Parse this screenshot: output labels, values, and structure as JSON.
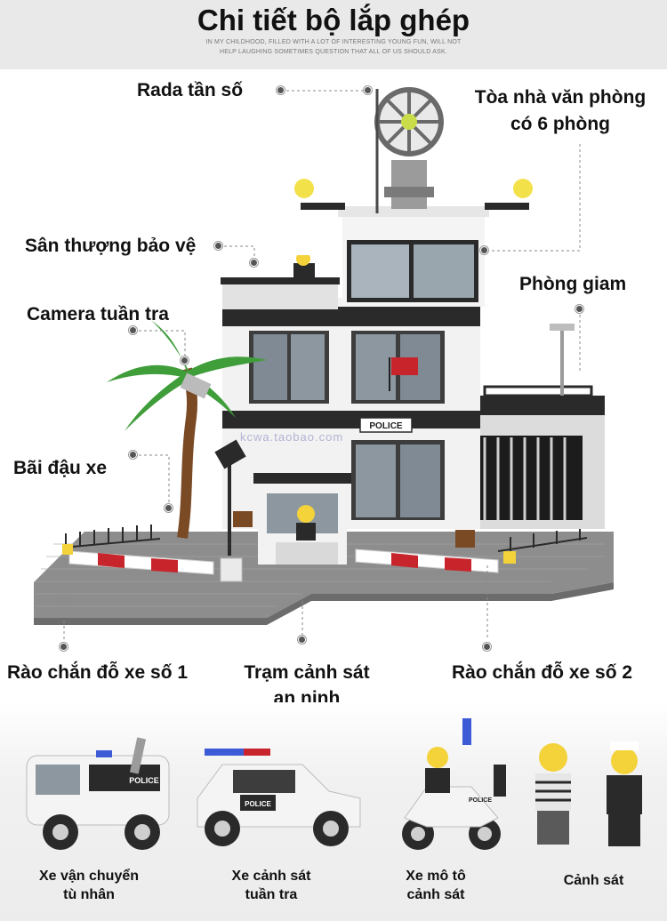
{
  "header": {
    "title": "Chi tiết bộ lắp ghép",
    "subtitle_line1": "IN MY CHILDHOOD, FILLED WITH A LOT OF INTERESTING YOUNG FUN, WILL NOT",
    "subtitle_line2": "HELP LAUGHING SOMETIMES QUESTION THAT ALL OF US SHOULD ASK."
  },
  "callouts": {
    "radar": "Rada tần số",
    "office_line1": "Tòa nhà văn phòng",
    "office_line2": "có 6 phòng",
    "rooftop": "Sân thượng bảo vệ",
    "jail": "Phòng giam",
    "camera": "Camera tuần tra",
    "parking": "Bãi đậu xe",
    "barrier1": "Rào chắn đỗ xe số 1",
    "station_line1": "Trạm cảnh sát",
    "station_line2": "an ninh",
    "barrier2": "Rào chắn đỗ xe số 2"
  },
  "model": {
    "sign_text": "POLICE",
    "watermark": "kcwa.taobao.com"
  },
  "vehicles": [
    {
      "line1": "Xe vận chuyển",
      "line2": "tù nhân",
      "decal": "POLICE",
      "icon": "prison-van"
    },
    {
      "line1": "Xe cảnh sát",
      "line2": "tuần tra",
      "decal": "POLICE",
      "icon": "patrol-car"
    },
    {
      "line1": "Xe mô tô",
      "line2": "cảnh sát",
      "decal": "POLICE",
      "icon": "motorcycle"
    },
    {
      "line1": "Cảnh sát",
      "line2": "",
      "icon": "minifigures"
    }
  ],
  "colors": {
    "baseplate": "#8d8d8d",
    "barrier_red": "#c8242b",
    "building_white": "#f2f2f2",
    "building_black": "#2a2a2a",
    "accent_yellow": "#f3d23a",
    "palm_green": "#3f9d3a"
  }
}
